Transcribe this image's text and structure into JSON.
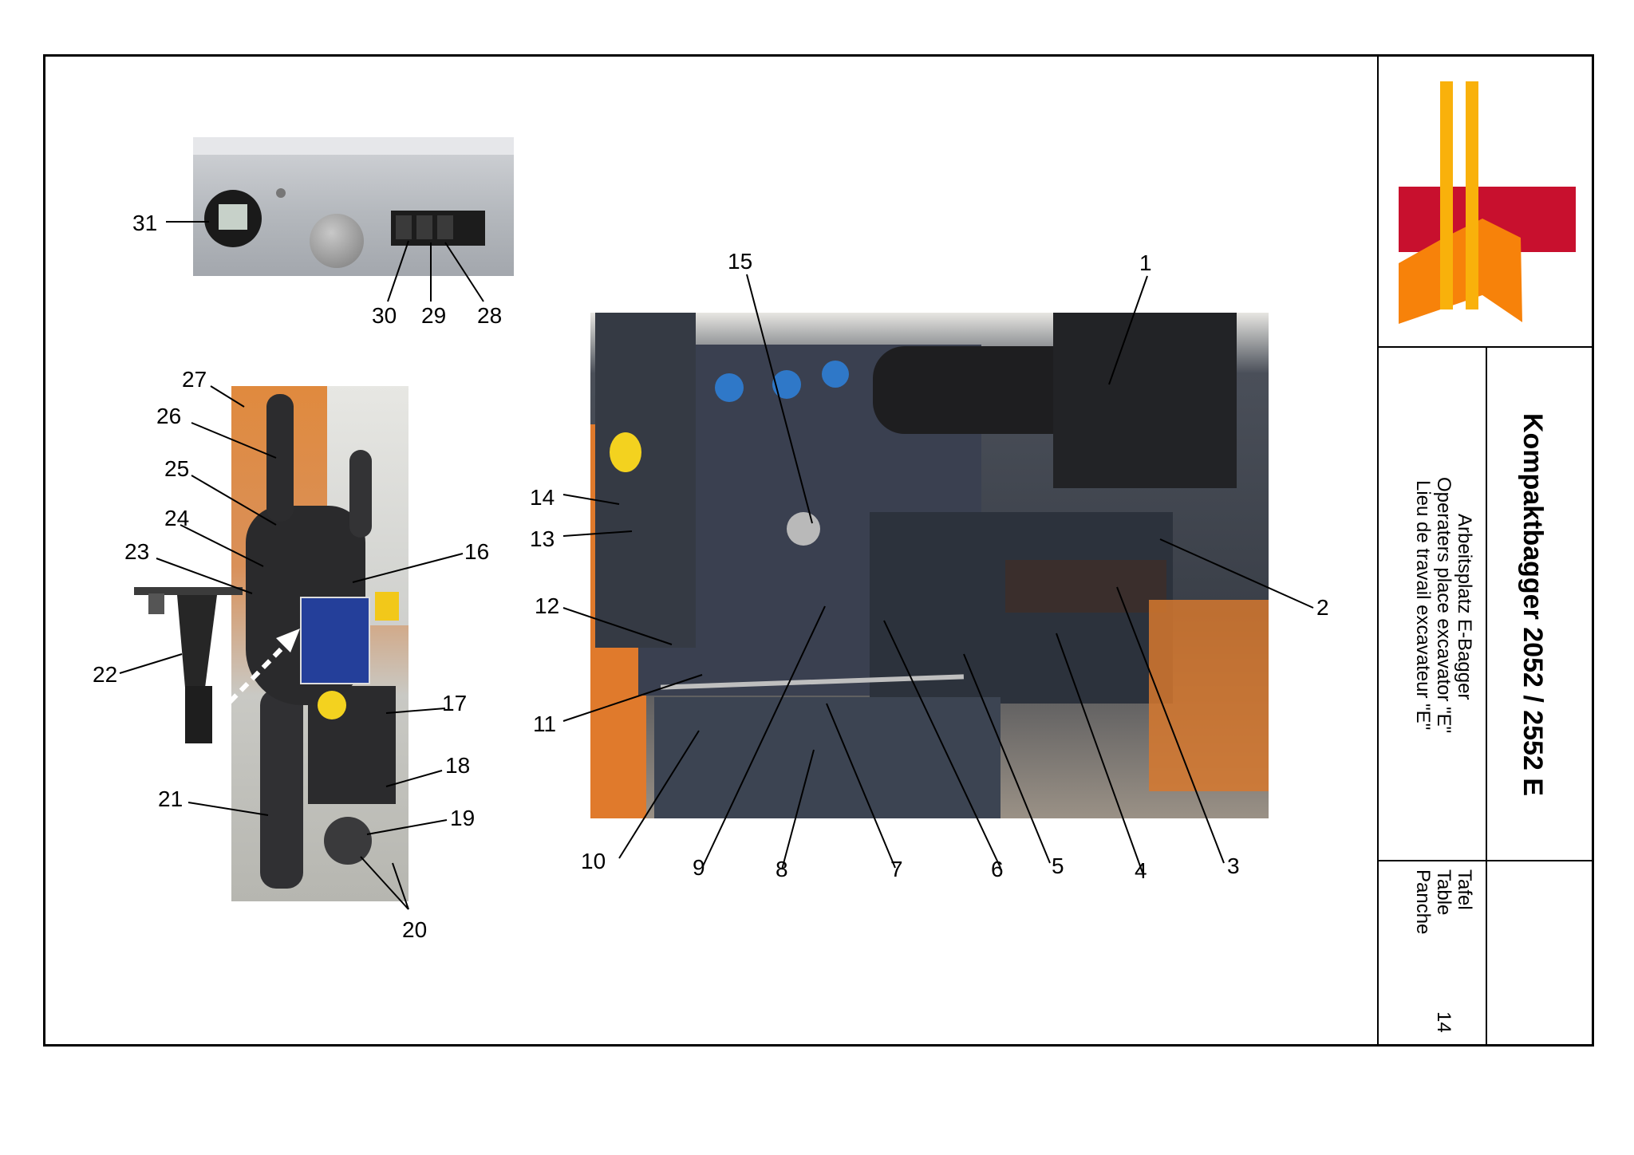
{
  "title_block": {
    "title": "Kompaktbagger 2052 / 2552 E",
    "subtitle_de": "Arbeitsplatz E-Bagger",
    "subtitle_en": "Operaters place excavator \"E\"",
    "subtitle_fr": "Lieu de travail excavateur \"E\"",
    "plate_de": "Tafel",
    "plate_en": "Table",
    "plate_fr": "Panche",
    "plate_number": "14"
  },
  "logo": {
    "colors": {
      "red": "#c8102e",
      "orange": "#f7820a",
      "yellow": "#f9b10b"
    }
  },
  "callouts": [
    "1",
    "2",
    "3",
    "4",
    "5",
    "6",
    "7",
    "8",
    "9",
    "10",
    "11",
    "12",
    "13",
    "14",
    "15",
    "16",
    "17",
    "18",
    "19",
    "20",
    "21",
    "22",
    "23",
    "24",
    "25",
    "26",
    "27",
    "28",
    "29",
    "30",
    "31"
  ]
}
